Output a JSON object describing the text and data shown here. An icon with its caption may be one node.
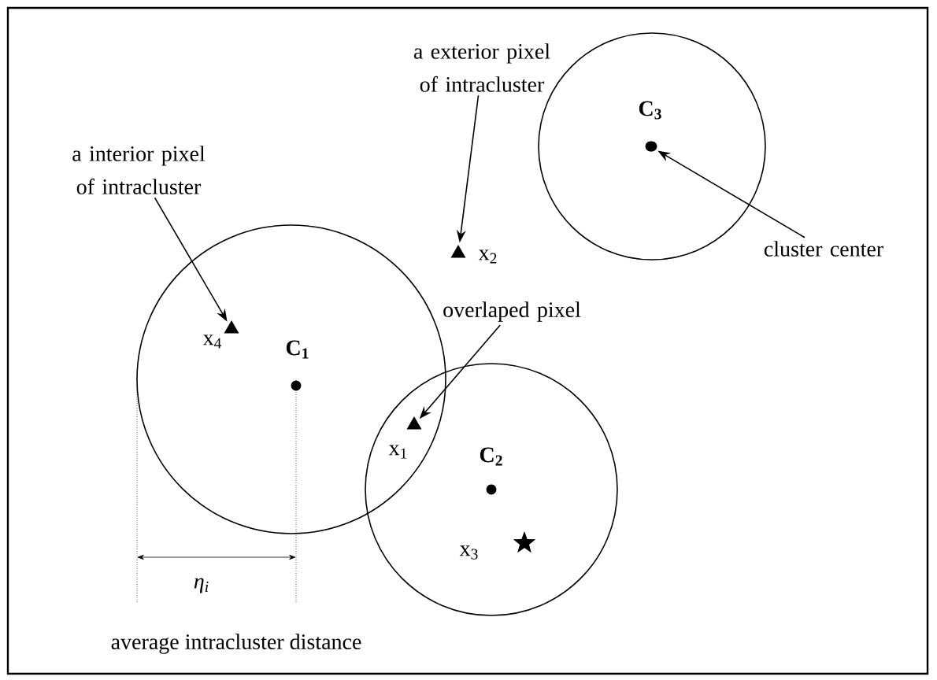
{
  "diagram": {
    "nodes": [
      {
        "text": [
          "C$_{1}$"
        ]
      },
      {
        "text": [
          "C$_{2}$"
        ]
      },
      {
        "text": [
          "C$_{3}$"
        ]
      },
      {
        "text": [
          "a interior pixel of intracluster"
        ]
      },
      {
        "text": [
          "x$_{4}$"
        ],
        "in": 0
      },
      {
        "text": [
          "a exterior pixel of intracluster"
        ]
      },
      {
        "text": [
          "x$_{2}$"
        ]
      },
      {
        "text": [
          "overlaped pixel"
        ]
      },
      {
        "text": [
          "x$_{1}$"
        ]
      },
      {
        "text": [
          "x$_{3}$"
        ],
        "in": 1
      },
      {
        "text": [],
        "shape": "circle",
        "in": 2
      },
      {
        "text": [
          "cluster center"
        ]
      }
    ],
    "edges": [
      {
        "from": 3,
        "to": 4,
        "arrow": "to"
      },
      {
        "from": 5,
        "to": 6,
        "arrow": "to"
      },
      {
        "from": 7,
        "to": 8,
        "arrow": "to"
      },
      {
        "from": 11,
        "to": 10,
        "arrow": "to"
      }
    ],
    "labels": [
      "η$_{i}$",
      "average intracluster distance"
    ]
  }
}
